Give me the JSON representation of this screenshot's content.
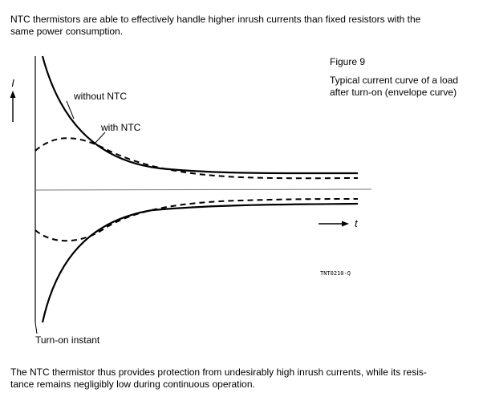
{
  "text": {
    "intro_line1": "NTC thermistors are able to effectively handle higher inrush currents than fixed resistors with the",
    "intro_line2": "same power consumption.",
    "outro_line1": "The NTC thermistor thus provides protection from undesirably high inrush currents, while its resis-",
    "outro_line2": "tance remains negligibly low during continuous operation."
  },
  "figure": {
    "number": "Figure 9",
    "caption_line1": "Typical current curve of a load",
    "caption_line2": "after turn-on (envelope curve)",
    "y_axis_label": "I",
    "x_axis_label": "t",
    "label_without_ntc": "without NTC",
    "label_with_ntc": "with NTC",
    "label_turn_on": "Turn-on instant",
    "code": "TNT0210-Q",
    "line_color": "#000000"
  }
}
